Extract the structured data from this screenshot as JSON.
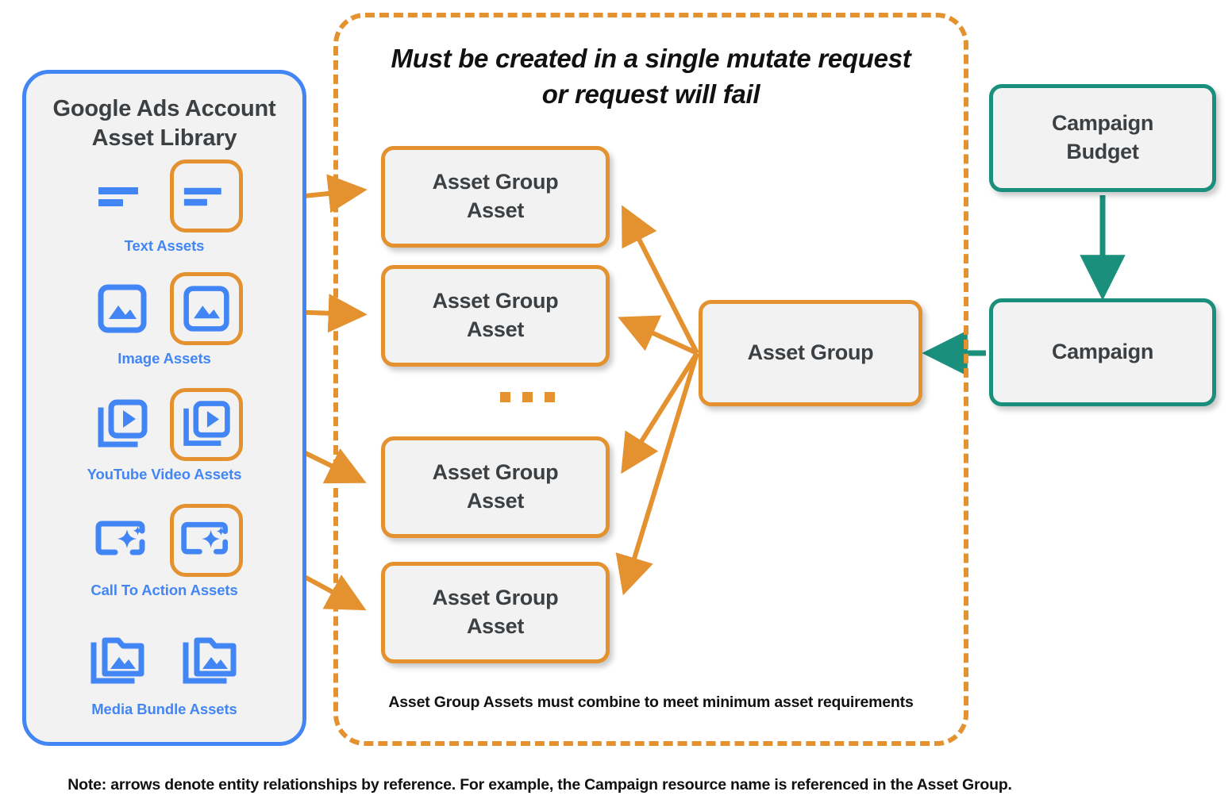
{
  "colors": {
    "orange": "#e3922f",
    "blue": "#4285f4",
    "teal": "#1a8f7c",
    "node_fill": "#f2f2f2",
    "text_dark": "#3c4043",
    "text_black": "#111111"
  },
  "library": {
    "title_line1": "Google Ads Account",
    "title_line2": "Asset Library",
    "rows": [
      {
        "label": "Text Assets",
        "icon": "text-lines-icon",
        "highlighted_index": 1
      },
      {
        "label": "Image Assets",
        "icon": "image-icon",
        "highlighted_index": 1
      },
      {
        "label": "YouTube Video  Assets",
        "icon": "video-stack-icon",
        "highlighted_index": 1
      },
      {
        "label": "Call To Action Assets",
        "icon": "call-to-action-sparkle-icon",
        "highlighted_index": 1
      },
      {
        "label": "Media Bundle  Assets",
        "icon": "media-bundle-folder-icon",
        "highlighted_index": -1
      }
    ]
  },
  "mutate_container": {
    "title_line1": "Must be created in a single mutate request",
    "title_line2": "or request will fail",
    "footnote": "Asset Group Assets must combine to meet minimum asset requirements"
  },
  "nodes": {
    "asset_group_asset_1": "Asset Group\nAsset",
    "asset_group_asset_1_l1": "Asset Group",
    "asset_group_asset_1_l2": "Asset",
    "asset_group_asset_2_l1": "Asset Group",
    "asset_group_asset_2_l2": "Asset",
    "asset_group_asset_3_l1": "Asset Group",
    "asset_group_asset_3_l2": "Asset",
    "asset_group_asset_4_l1": "Asset Group",
    "asset_group_asset_4_l2": "Asset",
    "asset_group": "Asset Group",
    "campaign_budget_l1": "Campaign",
    "campaign_budget_l2": "Budget",
    "campaign": "Campaign"
  },
  "ellipsis": "...",
  "footer": {
    "note": "Note: arrows denote entity relationships by reference. For example, the Campaign resource name is referenced in the Asset Group."
  }
}
